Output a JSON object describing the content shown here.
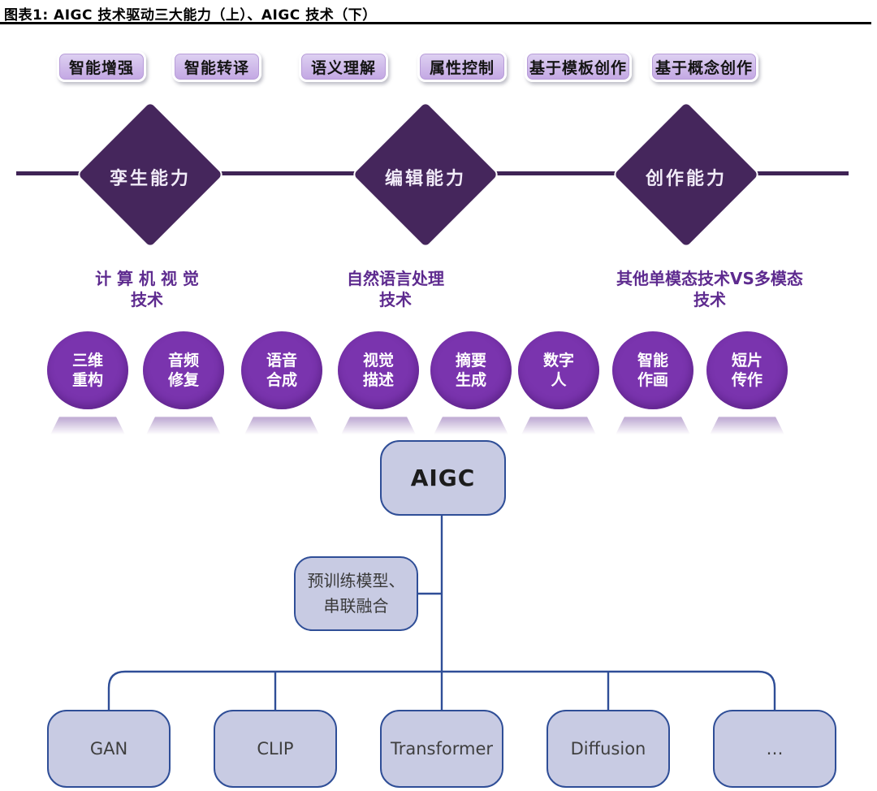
{
  "figure_header": {
    "title": "图表1: AIGC 技术驱动三大能力（上）、AIGC 技术（下）"
  },
  "diagram": {
    "tags": [
      "智能增强",
      "智能转译",
      "语义理解",
      "属性控制",
      "基于模板创作",
      "基于概念创作"
    ],
    "diamonds": [
      "孪生能力",
      "编辑能力",
      "创作能力"
    ],
    "category_labels": [
      "计 算 机 视 觉\n技术",
      "自然语言处理\n技术",
      "其他单模态技术VS多模态\n技术"
    ],
    "circles": [
      "三维\n重构",
      "音频\n修复",
      "语音\n合成",
      "视觉\n描述",
      "摘要\n生成",
      "数字\n人",
      "智能\n作画",
      "短片\n传作"
    ],
    "tree": {
      "root": "AIGC",
      "note": "预训练模型、\n串联融合",
      "leaves": [
        "GAN",
        "CLIP",
        "Transformer",
        "Diffusion",
        "…"
      ]
    },
    "colors": {
      "diamond_fill": "#45265c",
      "axis_line": "#3f2355",
      "circle_fill": "#7a34ae",
      "tag_fill": "#c9afe6",
      "category_text": "#5e2b8f",
      "box_fill": "#c8cbe3",
      "box_border": "#2f4e97"
    }
  }
}
